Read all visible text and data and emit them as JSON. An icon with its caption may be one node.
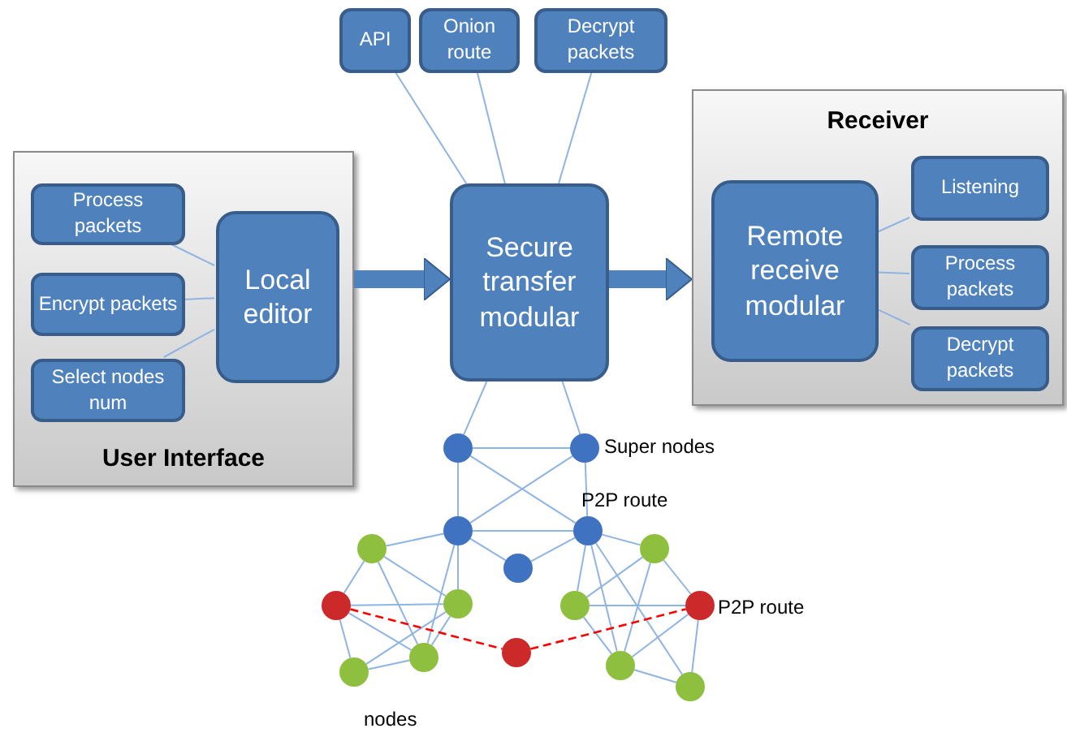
{
  "diagram": {
    "nodes": [
      {
        "text": [
          "User Interface"
        ]
      },
      {
        "text": [
          "Process packets"
        ],
        "in": 0
      },
      {
        "text": [
          "Encrypt packets"
        ],
        "in": 0
      },
      {
        "text": [
          "Select nodes num"
        ],
        "in": 0
      },
      {
        "text": [
          "Local editor"
        ],
        "in": 0
      },
      {
        "text": [
          "API"
        ]
      },
      {
        "text": [
          "Onion route"
        ]
      },
      {
        "text": [
          "Decrypt packets"
        ]
      },
      {
        "text": [
          "Secure transfer modular"
        ]
      },
      {
        "text": [
          "Receiver"
        ]
      },
      {
        "text": [
          "Remote receive modular"
        ],
        "in": 9
      },
      {
        "text": [
          "Listening"
        ],
        "in": 9
      },
      {
        "text": [
          "Process packets"
        ],
        "in": 9
      },
      {
        "text": [
          "Decrypt packets"
        ],
        "in": 9
      },
      {
        "text": [],
        "shape": "circle"
      },
      {
        "text": [],
        "shape": "circle"
      },
      {
        "text": [],
        "shape": "circle"
      },
      {
        "text": [],
        "shape": "circle"
      },
      {
        "text": [],
        "shape": "circle"
      },
      {
        "text": [],
        "shape": "circle"
      },
      {
        "text": [],
        "shape": "circle"
      },
      {
        "text": [],
        "shape": "circle"
      },
      {
        "text": [],
        "shape": "circle"
      },
      {
        "text": [],
        "shape": "circle"
      },
      {
        "text": [],
        "shape": "circle"
      },
      {
        "text": [],
        "shape": "circle"
      },
      {
        "text": [],
        "shape": "circle"
      },
      {
        "text": [],
        "shape": "circle"
      },
      {
        "text": [],
        "shape": "circle"
      },
      {
        "text": [],
        "shape": "circle"
      }
    ],
    "edges": [
      {
        "from": 1,
        "to": 4,
        "arrow": "none"
      },
      {
        "from": 2,
        "to": 4,
        "arrow": "none"
      },
      {
        "from": 3,
        "to": 4,
        "arrow": "none"
      },
      {
        "from": 0,
        "to": 8,
        "arrow": "to",
        "style": "thick",
        "color": "#4f81bd"
      },
      {
        "from": 5,
        "to": 8,
        "arrow": "none"
      },
      {
        "from": 6,
        "to": 8,
        "arrow": "none"
      },
      {
        "from": 7,
        "to": 8,
        "arrow": "none"
      },
      {
        "from": 8,
        "to": 9,
        "arrow": "to",
        "style": "thick",
        "color": "#4f81bd"
      },
      {
        "from": 10,
        "to": 11,
        "arrow": "none"
      },
      {
        "from": 10,
        "to": 12,
        "arrow": "none"
      },
      {
        "from": 10,
        "to": 13,
        "arrow": "none"
      },
      {
        "from": 8,
        "to": 14,
        "arrow": "none"
      },
      {
        "from": 8,
        "to": 15,
        "arrow": "none"
      },
      {
        "from": 14,
        "to": 15,
        "arrow": "none"
      },
      {
        "from": 14,
        "to": 16,
        "arrow": "none"
      },
      {
        "from": 15,
        "to": 17,
        "arrow": "none"
      },
      {
        "from": 14,
        "to": 17,
        "arrow": "none"
      },
      {
        "from": 15,
        "to": 16,
        "arrow": "none"
      },
      {
        "from": 16,
        "to": 17,
        "arrow": "none"
      },
      {
        "from": 16,
        "to": 20,
        "arrow": "none"
      },
      {
        "from": 17,
        "to": 20,
        "arrow": "none"
      },
      {
        "from": 16,
        "to": 18,
        "arrow": "none"
      },
      {
        "from": 16,
        "to": 22,
        "arrow": "none"
      },
      {
        "from": 16,
        "to": 26,
        "arrow": "none"
      },
      {
        "from": 18,
        "to": 21,
        "arrow": "none"
      },
      {
        "from": 18,
        "to": 22,
        "arrow": "none"
      },
      {
        "from": 18,
        "to": 26,
        "arrow": "none"
      },
      {
        "from": 21,
        "to": 22,
        "arrow": "none"
      },
      {
        "from": 21,
        "to": 26,
        "arrow": "none"
      },
      {
        "from": 21,
        "to": 28,
        "arrow": "none"
      },
      {
        "from": 22,
        "to": 28,
        "arrow": "none"
      },
      {
        "from": 26,
        "to": 28,
        "arrow": "none"
      },
      {
        "from": 22,
        "to": 26,
        "arrow": "none"
      },
      {
        "from": 17,
        "to": 23,
        "arrow": "none"
      },
      {
        "from": 17,
        "to": 19,
        "arrow": "none"
      },
      {
        "from": 17,
        "to": 27,
        "arrow": "none"
      },
      {
        "from": 17,
        "to": 29,
        "arrow": "none"
      },
      {
        "from": 19,
        "to": 23,
        "arrow": "none"
      },
      {
        "from": 19,
        "to": 24,
        "arrow": "none"
      },
      {
        "from": 19,
        "to": 27,
        "arrow": "none"
      },
      {
        "from": 23,
        "to": 24,
        "arrow": "none"
      },
      {
        "from": 23,
        "to": 27,
        "arrow": "none"
      },
      {
        "from": 24,
        "to": 27,
        "arrow": "none"
      },
      {
        "from": 24,
        "to": 29,
        "arrow": "none"
      },
      {
        "from": 27,
        "to": 29,
        "arrow": "none"
      },
      {
        "from": 21,
        "to": 25,
        "arrow": "none",
        "style": "dashed",
        "color": "#ff0000"
      },
      {
        "from": 25,
        "to": 24,
        "arrow": "none",
        "style": "dashed",
        "color": "#ff0000"
      }
    ],
    "labels": [
      "Super nodes",
      "P2P route",
      "P2P route",
      "nodes"
    ]
  }
}
